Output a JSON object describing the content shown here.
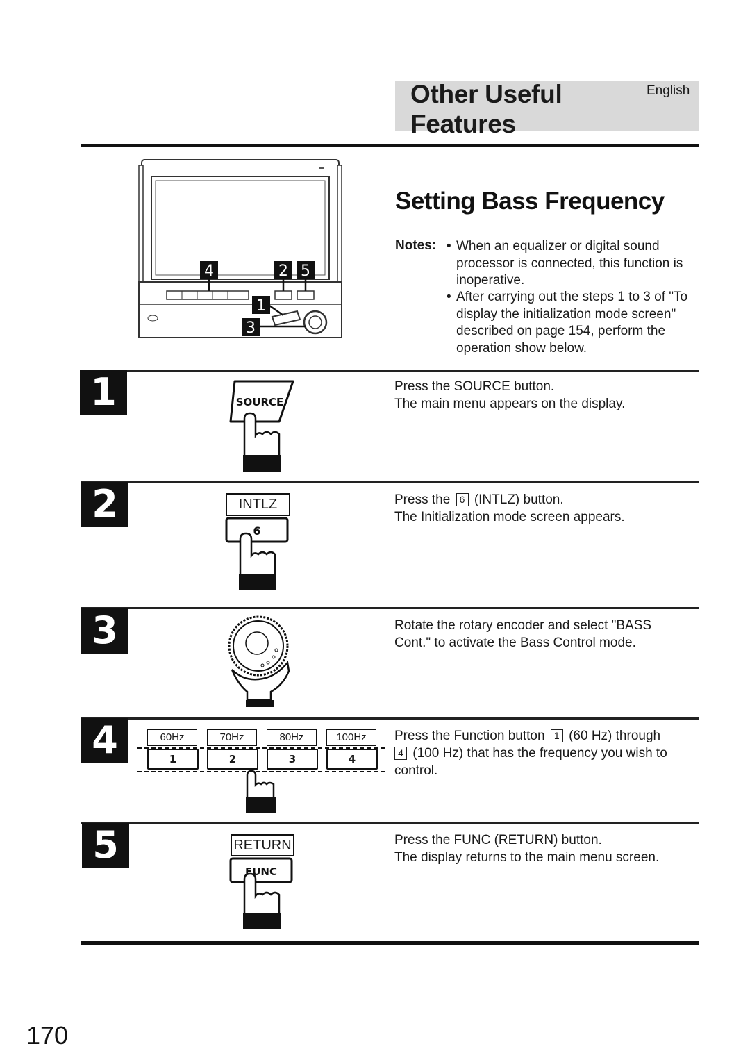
{
  "header": {
    "section_title_line1": "Other Useful",
    "section_title_line2": "Features",
    "language": "English"
  },
  "heading": "Setting Bass Frequency",
  "notes": {
    "label": "Notes:",
    "items": [
      "When an equalizer or digital sound processor is connected, this function is inoperative.",
      "After carrying out the steps 1 to 3 of \"To display the initialization mode screen\" described on page 154, perform the operation show below."
    ]
  },
  "device_callouts": [
    "4",
    "2",
    "5",
    "1",
    "3"
  ],
  "steps": [
    {
      "number": "1",
      "button_label": "SOURCE",
      "line1": "Press the SOURCE button.",
      "line2": "The main menu appears on the display."
    },
    {
      "number": "2",
      "screen_label": "INTLZ",
      "button_label": "6",
      "line1_pre": "Press the",
      "line1_key": "6",
      "line1_post": "(INTLZ) button.",
      "line2": "The Initialization mode screen appears."
    },
    {
      "number": "3",
      "line1": "Rotate the rotary encoder and select \"BASS Cont.\" to activate the Bass Control mode."
    },
    {
      "number": "4",
      "freq_labels": [
        "60Hz",
        "70Hz",
        "80Hz",
        "100Hz"
      ],
      "button_labels": [
        "1",
        "2",
        "3",
        "4"
      ],
      "text_pre": "Press the Function button",
      "text_key1": "1",
      "text_mid": "(60 Hz) through",
      "text_key2": "4",
      "text_post": "(100 Hz) that has the frequency you wish to control."
    },
    {
      "number": "5",
      "screen_label": "RETURN",
      "button_label": "FUNC",
      "line1": "Press the FUNC (RETURN) button.",
      "line2": "The display returns to the main menu screen."
    }
  ],
  "page_number": "170"
}
